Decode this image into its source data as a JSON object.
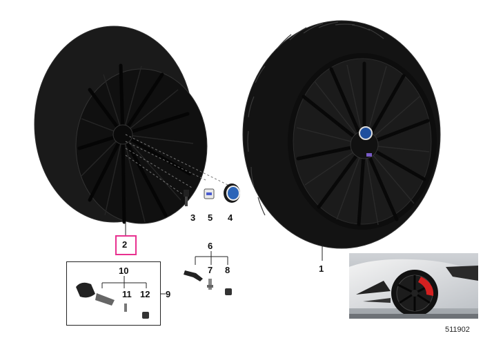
{
  "parts": {
    "n1": "1",
    "n2": "2",
    "n3": "3",
    "n4": "4",
    "n5": "5",
    "n6": "6",
    "n7": "7",
    "n8": "8",
    "n9": "9",
    "n10": "10",
    "n11": "11",
    "n12": "12"
  },
  "catalog_number": "511902",
  "colors": {
    "highlight": "#e8308f",
    "rim": "#1c1c1c",
    "tire": "#141414",
    "brake_caliper": "#d42020"
  }
}
